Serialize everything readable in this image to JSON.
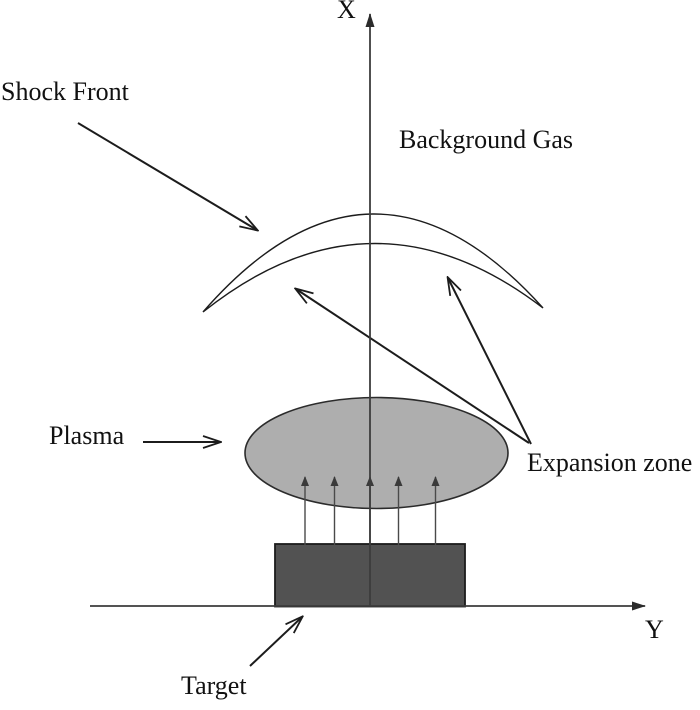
{
  "figure": {
    "kind": "physics schematic of laser-ablation plume expanding into background gas"
  },
  "labels": {
    "x_axis": "X",
    "y_axis": "Y",
    "shock_front": "Shock Front",
    "background_gas": "Background Gas",
    "plasma": "Plasma",
    "expansion_zone": "Expansion zone",
    "target": "Target"
  },
  "colors": {
    "background": "#ffffff",
    "line": "#1c1c1c",
    "axis_line": "#3c3c3c",
    "plasma_fill": "#aeaeae",
    "plasma_stroke": "#2b2b2b",
    "target_fill": "#525252",
    "target_stroke": "#1c1c1c",
    "crescent_fill": "#ffffff",
    "text": "#111111"
  },
  "annotations": [
    {
      "label": "Shock Front",
      "points_to": "crescent shock front arc"
    },
    {
      "label": "Plasma",
      "points_to": "gray plasma ellipse"
    },
    {
      "label": "Expansion zone",
      "points_to": "region between plasma and shock front (two arrows)"
    },
    {
      "label": "Target",
      "points_to": "dark target block on Y axis"
    }
  ]
}
